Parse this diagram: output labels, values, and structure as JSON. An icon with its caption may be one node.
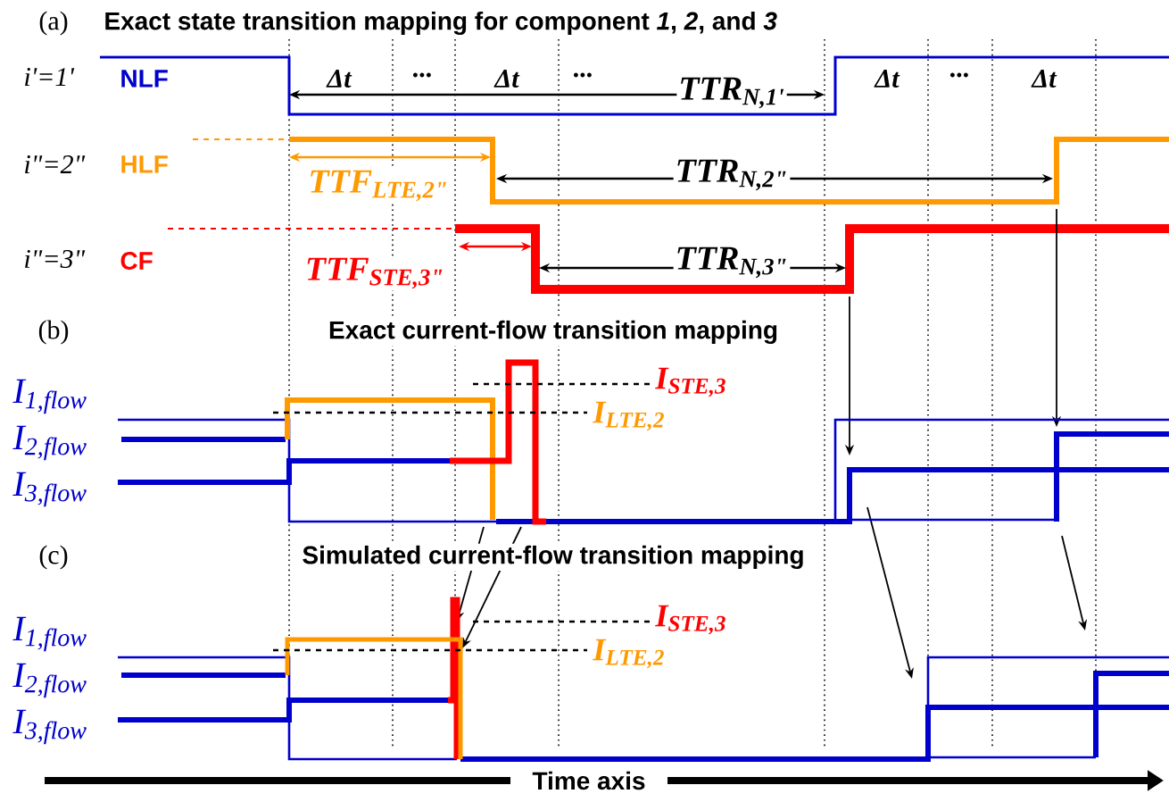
{
  "diagram": {
    "labels": [
      "(a)",
      "Exact state transition mapping for component *1*, *2*, and *3*",
      "i'=1'",
      "NLF",
      "Δt",
      "...",
      "Δt",
      "...",
      "TTR$_{N,1'}$",
      "Δt",
      "...",
      "Δt",
      "i\"=2\"",
      "HLF",
      "TTF$_{LTE,2\"}$",
      "TTR$_{N,2\"}$",
      "i\"=3\"",
      "CF",
      "TTF$_{STE,3\"}$",
      "TTR$_{N,3\"}$",
      "(b)",
      "Exact current-flow transition mapping",
      "I$_{1,flow}$",
      "I$_{2,flow}$",
      "I$_{3,flow}$",
      "I$_{STE,3}$",
      "I$_{LTE,2}$",
      "(c)",
      "Simulated current-flow transition mapping",
      "I$_{1,flow}$",
      "I$_{2,flow}$",
      "I$_{3,flow}$",
      "I$_{STE,3}$",
      "I$_{LTE,2}$",
      "Time axis"
    ]
  }
}
